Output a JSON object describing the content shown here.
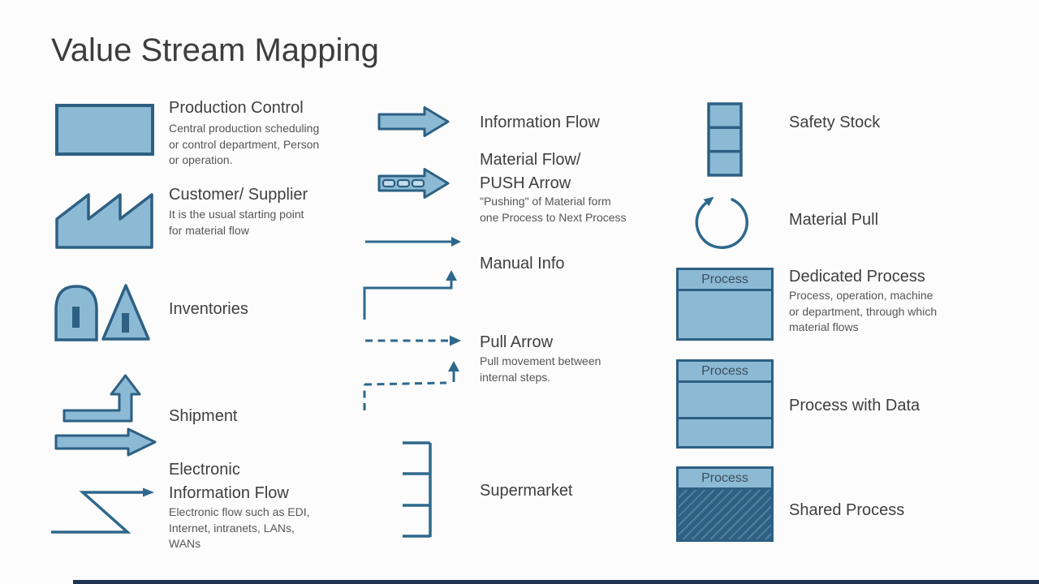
{
  "title": "Value Stream Mapping",
  "process_box_label": "Process",
  "colors": {
    "background": "#fcfcfc",
    "shape_fill": "#8cb9d4",
    "shape_stroke": "#2d6083",
    "line_arrow": "#2e688c",
    "heading_text": "#3f3f3f",
    "body_text": "#565656",
    "process_label_text": "#3b4f5c",
    "footer_bar": "#1e3450"
  },
  "legend": {
    "production_control": {
      "heading": "Production Control",
      "description": "Central production scheduling\nor control department, Person\nor operation."
    },
    "customer_supplier": {
      "heading": "Customer/ Supplier",
      "description": "It is the usual starting point\nfor material flow"
    },
    "inventories": {
      "heading": "Inventories"
    },
    "shipment": {
      "heading": "Shipment"
    },
    "electronic_information_flow": {
      "heading": "Electronic\nInformation Flow",
      "description": "Electronic flow such as EDI,\nInternet, intranets, LANs,\nWANs"
    },
    "information_flow": {
      "heading": "Information Flow"
    },
    "material_flow_push": {
      "heading": "Material Flow/\nPUSH Arrow",
      "description": "\"Pushing\" of Material form\none Process to Next Process"
    },
    "manual_info": {
      "heading": "Manual Info"
    },
    "pull_arrow": {
      "heading": "Pull Arrow",
      "description": "Pull movement between\ninternal steps."
    },
    "supermarket": {
      "heading": "Supermarket"
    },
    "safety_stock": {
      "heading": "Safety Stock"
    },
    "material_pull": {
      "heading": "Material Pull"
    },
    "dedicated_process": {
      "heading": "Dedicated Process",
      "description": "Process, operation, machine\nor department, through which\nmaterial flows"
    },
    "process_with_data": {
      "heading": "Process with Data"
    },
    "shared_process": {
      "heading": "Shared Process"
    }
  }
}
